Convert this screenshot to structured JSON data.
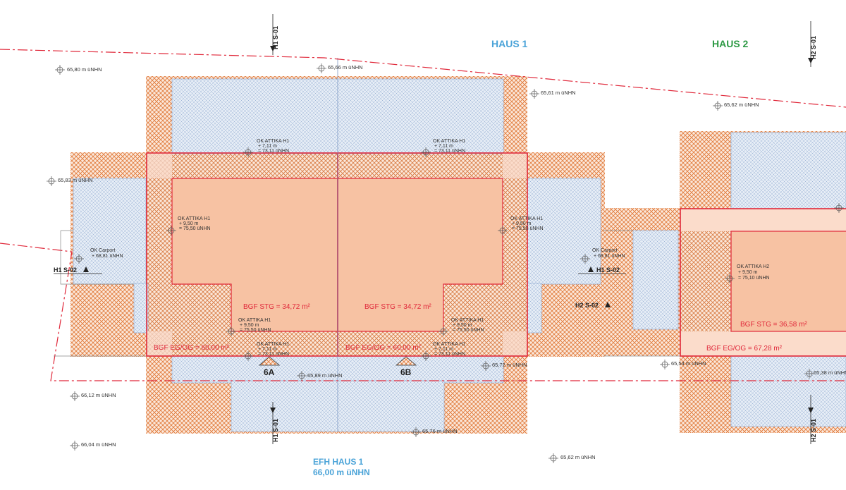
{
  "headings": {
    "haus1": "HAUS 1",
    "haus2": "HAUS 2"
  },
  "footer": {
    "title": "EFH HAUS 1",
    "level": "66,00 m üNHN"
  },
  "entries": {
    "a": "6A",
    "b": "6B"
  },
  "bgf": {
    "eg_og_h1a": "BGF EG/OG = 60,00 m²",
    "eg_og_h1b": "BGF EG/OG = 60,00 m²",
    "eg_og_h2": "BGF EG/OG = 67,28 m²",
    "stg_h1a": "BGF STG = 34,72 m²",
    "stg_h1b": "BGF STG = 34,72 m²",
    "stg_h2": "BGF STG = 36,58 m²"
  },
  "levels": {
    "l1": "65,80 m üNHN",
    "l2": "65,66 m üNHN",
    "l3": "65,61 m üNHN",
    "l4": "65,62 m üNHN",
    "l5": "65,83 m üNHN",
    "l6": "65,89 m üNHN",
    "l7": "65,72 m üNHN",
    "l8": "65,54 m üNHN",
    "l9": "65,38 m üNHN",
    "l10": "66,12 m üNHN",
    "l11": "66,04 m üNHN",
    "l12": "65,76 m üNHN",
    "l13": "65,62 m üNHN"
  },
  "annotations": {
    "attika_top_left": {
      "t1": "OK ATTIKA H1",
      "t2": "+ 7,11 m",
      "t3": "= 73,11 üNHN"
    },
    "attika_top_right": {
      "t1": "OK ATTIKA H1",
      "t2": "+ 7,11 m",
      "t3": "= 73,11 üNHN"
    },
    "attika_mid_left": {
      "t1": "OK ATTIKA H1",
      "t2": "+ 9,50 m",
      "t3": "= 75,50 üNHN"
    },
    "attika_mid_right": {
      "t1": "OK ATTIKA H1",
      "t2": "+ 9,50 m",
      "t3": "= 75,50 üNHN"
    },
    "attika_low_left": {
      "t1": "OK ATTIKA H1",
      "t2": "+ 9,50 m",
      "t3": "= 75,50 üNHN"
    },
    "attika_low_right": {
      "t1": "OK ATTIKA H1",
      "t2": "+ 9,50 m",
      "t3": "= 75,50 üNHN"
    },
    "attika_bot_left": {
      "t1": "OK ATTIKA H1",
      "t2": "+ 7,11 m",
      "t3": "= 73,11 üNHN"
    },
    "attika_bot_right": {
      "t1": "OK ATTIKA H1",
      "t2": "+ 7,11 m",
      "t3": "= 73,11 üNHN"
    },
    "attika_h2": {
      "t1": "OK ATTIKA H2",
      "t2": "+ 9,50 m",
      "t3": "= 75,10 üNHN"
    },
    "carport_left": {
      "t1": "OK Carport",
      "t2": "+ 68,81 üNHN"
    },
    "carport_right": {
      "t1": "OK Carport",
      "t2": "+ 68,81 üNHN"
    }
  },
  "sections": {
    "h1s01_top": "H1 S-01",
    "h1s01_bot": "H1 S-01",
    "h2s01_top": "H2 S-01",
    "h2s01_bot": "H2 S-01",
    "h1s02_left": "H1 S-02",
    "h1s02_mid": "H1 S-02",
    "h2s02": "H2 S-02"
  },
  "colors": {
    "hatch_orange": "#e07a3a",
    "hatch_blue": "#8aa6cf",
    "fill_salmon": "#f7c2a3",
    "fill_blue": "#dbe6f3",
    "line_red": "#e0283a"
  }
}
